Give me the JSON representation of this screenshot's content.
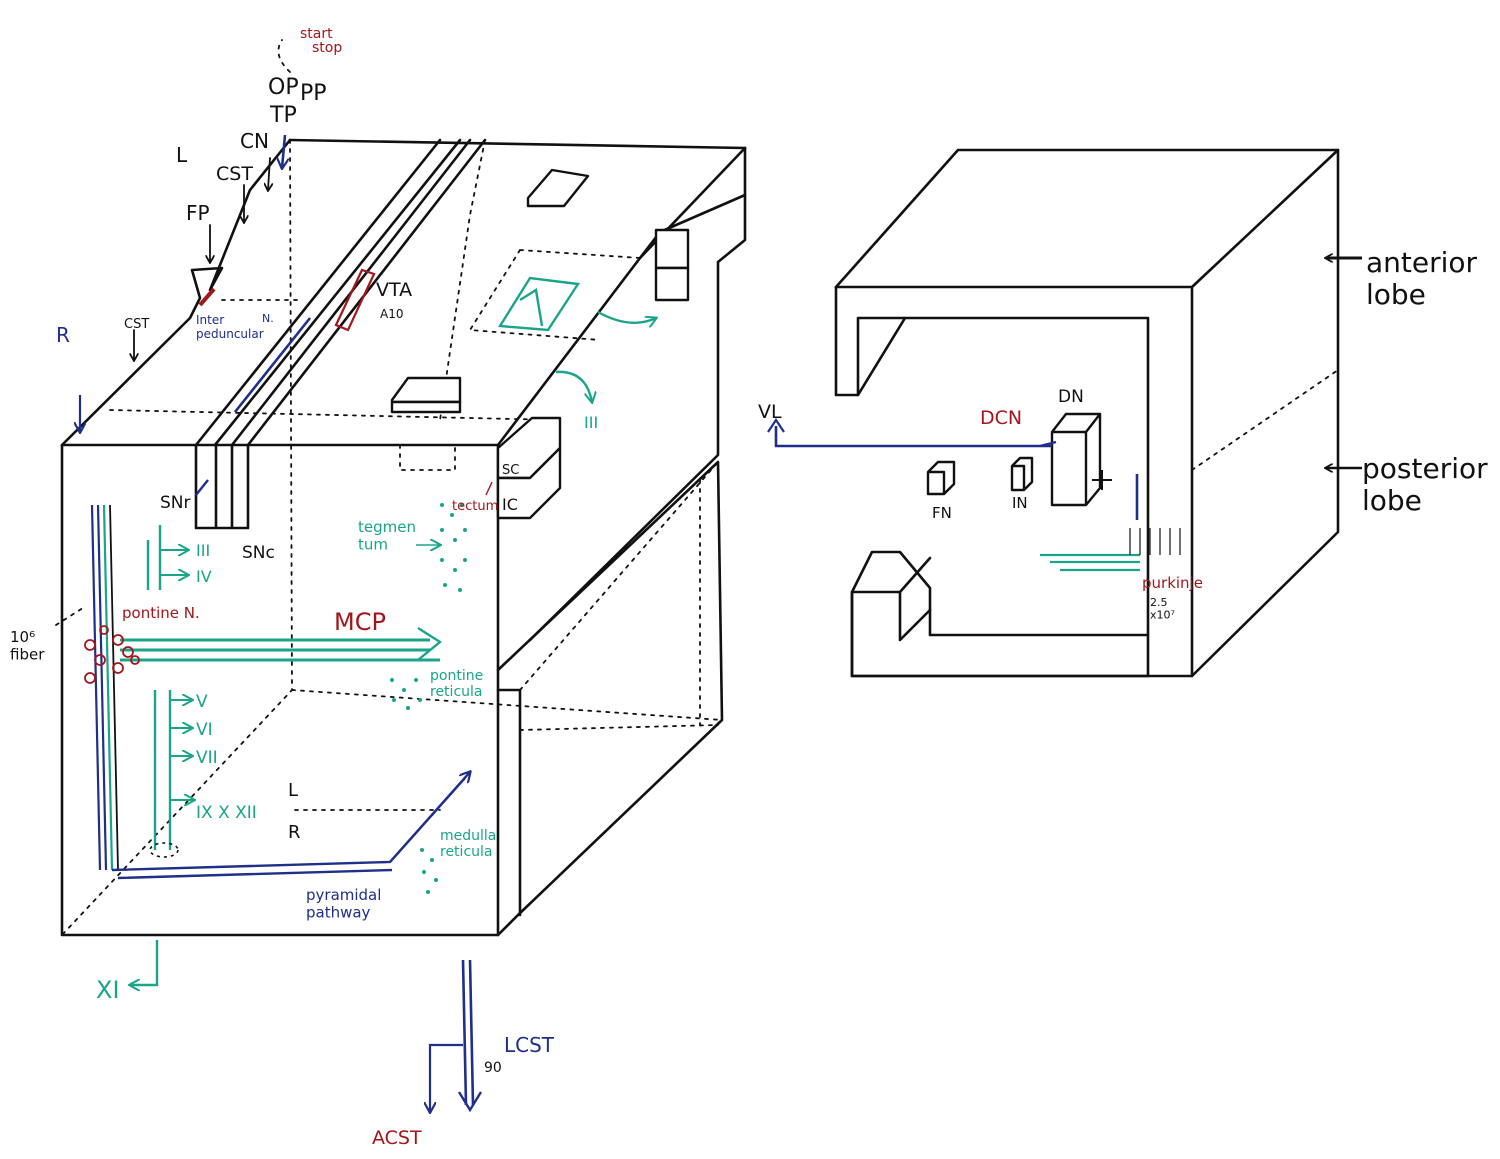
{
  "colors": {
    "ink": "#111111",
    "navy": "#1f2f8a",
    "teal": "#1aa58a",
    "red": "#a3161c"
  },
  "labels": {
    "start": "start",
    "stop": "stop",
    "op": "OP",
    "pp": "PP",
    "tp": "TP",
    "cn": "CN",
    "l_top": "L",
    "cst_top": "CST",
    "fp": "FP",
    "cst_side": "CST",
    "r_side": "R",
    "interpeduncular": "Inter\npeduncular",
    "interpeduncular_n": "N.",
    "vta": "VTA",
    "a10": "A10",
    "tract_iii": "III",
    "snr": "SNr",
    "snc": "SNc",
    "sc": "SC",
    "ic": "IC",
    "tectum": "tectum",
    "tegmentum": "tegmen\ntum",
    "nucleus_iii": "III",
    "nucleus_iv": "IV",
    "fiber_count": "10⁶\nfiber",
    "pontine_n": "pontine N.",
    "mcp": "MCP",
    "pontine_reticula": "pontine\nreticula",
    "nucleus_v": "V",
    "nucleus_vi": "VI",
    "nucleus_vii": "VII",
    "nucleus_ix_x_xii": "IX X XII",
    "l_inner": "L",
    "r_inner": "R",
    "medulla_reticula": "medulla\nreticula",
    "pyramidal_pathway": "pyramidal\npathway",
    "xi": "XI",
    "lcst": "LCST",
    "ninety": "90",
    "acst": "ACST",
    "vl": "VL",
    "dcn": "DCN",
    "dn": "DN",
    "fn": "FN",
    "in": "IN",
    "anterior_lobe": "anterior\nlobe",
    "posterior_lobe": "posterior\nlobe",
    "purkinje": "purkinje",
    "purkinje_count": "2.5\nx10⁷"
  }
}
